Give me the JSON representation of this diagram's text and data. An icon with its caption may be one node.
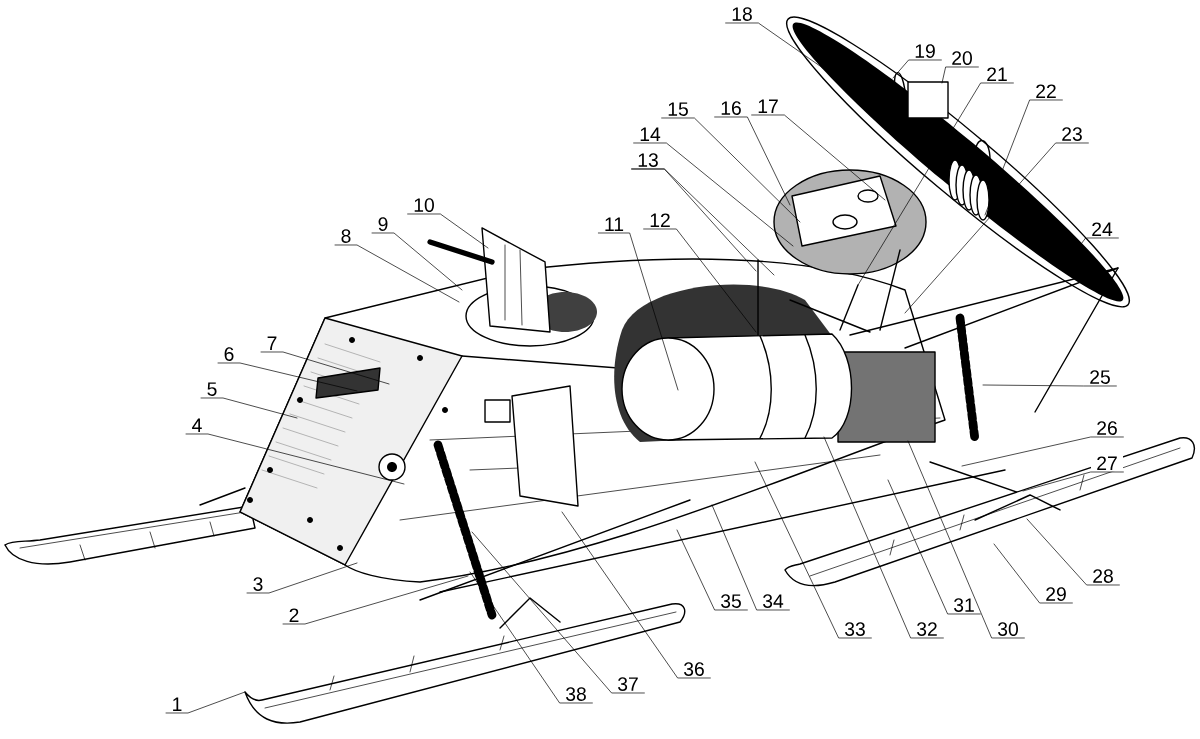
{
  "diagram": {
    "nodes": [
      {
        "text": [
          "1"
        ]
      },
      {
        "text": [
          "2"
        ]
      },
      {
        "text": [
          "3"
        ]
      },
      {
        "text": [
          "4"
        ]
      },
      {
        "text": [
          "5"
        ]
      },
      {
        "text": [
          "6"
        ]
      },
      {
        "text": [
          "7"
        ]
      },
      {
        "text": [
          "8"
        ]
      },
      {
        "text": [
          "9"
        ]
      },
      {
        "text": [
          "10"
        ]
      },
      {
        "text": [
          "11"
        ]
      },
      {
        "text": [
          "12"
        ]
      },
      {
        "text": [
          "13"
        ]
      },
      {
        "text": [
          "14"
        ]
      },
      {
        "text": [
          "15"
        ]
      },
      {
        "text": [
          "16"
        ]
      },
      {
        "text": [
          "17"
        ]
      },
      {
        "text": [
          "18"
        ]
      },
      {
        "text": [
          "19"
        ]
      },
      {
        "text": [
          "20"
        ]
      },
      {
        "text": [
          "21"
        ]
      },
      {
        "text": [
          "22"
        ]
      },
      {
        "text": [
          "23"
        ]
      },
      {
        "text": [
          "24"
        ]
      },
      {
        "text": [
          "25"
        ]
      },
      {
        "text": [
          "26"
        ]
      },
      {
        "text": [
          "27"
        ]
      },
      {
        "text": [
          "28"
        ]
      },
      {
        "text": [
          "29"
        ]
      },
      {
        "text": [
          "30"
        ]
      },
      {
        "text": [
          "31"
        ]
      },
      {
        "text": [
          "32"
        ]
      },
      {
        "text": [
          "33"
        ]
      },
      {
        "text": [
          "34"
        ]
      },
      {
        "text": [
          "35"
        ]
      },
      {
        "text": [
          "36"
        ]
      },
      {
        "text": [
          "37"
        ]
      },
      {
        "text": [
          "38"
        ]
      }
    ],
    "edges": [
      {
        "from": 0,
        "to": null,
        "arrow": "none"
      },
      {
        "from": 1,
        "to": null,
        "arrow": "none"
      },
      {
        "from": 2,
        "to": null,
        "arrow": "none"
      },
      {
        "from": 3,
        "to": null,
        "arrow": "none"
      },
      {
        "from": 4,
        "to": null,
        "arrow": "none"
      },
      {
        "from": 5,
        "to": null,
        "arrow": "none"
      },
      {
        "from": 6,
        "to": null,
        "arrow": "none"
      },
      {
        "from": 7,
        "to": null,
        "arrow": "none"
      },
      {
        "from": 8,
        "to": null,
        "arrow": "none"
      },
      {
        "from": 9,
        "to": null,
        "arrow": "none"
      },
      {
        "from": 10,
        "to": null,
        "arrow": "none"
      },
      {
        "from": 11,
        "to": null,
        "arrow": "none"
      },
      {
        "from": 12,
        "to": null,
        "arrow": "none"
      },
      {
        "from": 12,
        "to": null,
        "arrow": "none"
      },
      {
        "from": 13,
        "to": null,
        "arrow": "none"
      },
      {
        "from": 14,
        "to": null,
        "arrow": "none"
      },
      {
        "from": 15,
        "to": null,
        "arrow": "none"
      },
      {
        "from": 16,
        "to": null,
        "arrow": "none"
      },
      {
        "from": 17,
        "to": null,
        "arrow": "none"
      },
      {
        "from": 18,
        "to": null,
        "arrow": "none"
      },
      {
        "from": 19,
        "to": null,
        "arrow": "none"
      },
      {
        "from": 20,
        "to": null,
        "arrow": "none"
      },
      {
        "from": 21,
        "to": null,
        "arrow": "none"
      },
      {
        "from": 22,
        "to": null,
        "arrow": "none"
      },
      {
        "from": 23,
        "to": null,
        "arrow": "none"
      },
      {
        "from": 24,
        "to": null,
        "arrow": "none"
      },
      {
        "from": 25,
        "to": null,
        "arrow": "none"
      },
      {
        "from": 26,
        "to": null,
        "arrow": "none"
      },
      {
        "from": 27,
        "to": null,
        "arrow": "none"
      },
      {
        "from": 28,
        "to": null,
        "arrow": "none"
      },
      {
        "from": 29,
        "to": null,
        "arrow": "none"
      },
      {
        "from": 30,
        "to": null,
        "arrow": "none"
      },
      {
        "from": 31,
        "to": null,
        "arrow": "none"
      },
      {
        "from": 32,
        "to": null,
        "arrow": "none"
      },
      {
        "from": 33,
        "to": null,
        "arrow": "none"
      },
      {
        "from": 34,
        "to": null,
        "arrow": "none"
      },
      {
        "from": 35,
        "to": null,
        "arrow": "none"
      },
      {
        "from": 36,
        "to": null,
        "arrow": "none"
      },
      {
        "from": 37,
        "to": null,
        "arrow": "none"
      }
    ]
  }
}
